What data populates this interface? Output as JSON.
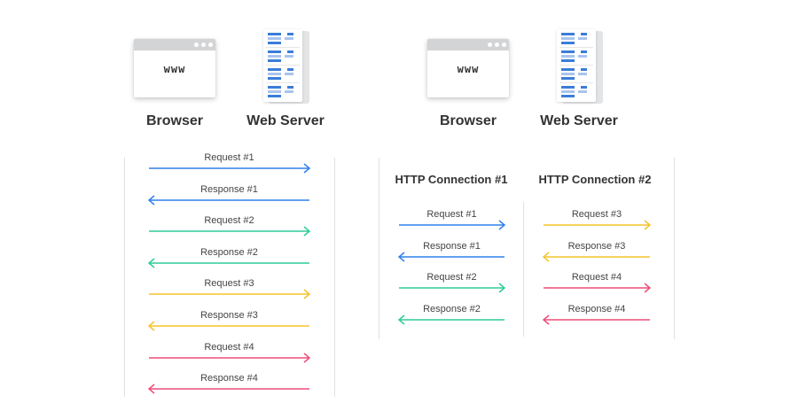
{
  "left_panel": {
    "browser": {
      "url_text": "www",
      "label": "Browser"
    },
    "server": {
      "label": "Web Server"
    },
    "arrows": [
      {
        "label": "Request #1",
        "direction": "right",
        "color": "#2f80ed"
      },
      {
        "label": "Response #1",
        "direction": "left",
        "color": "#2f80ed"
      },
      {
        "label": "Request #2",
        "direction": "right",
        "color": "#2ecc9a"
      },
      {
        "label": "Response #2",
        "direction": "left",
        "color": "#2ecc9a"
      },
      {
        "label": "Request #3",
        "direction": "right",
        "color": "#f5c32c"
      },
      {
        "label": "Response #3",
        "direction": "left",
        "color": "#f5c32c"
      },
      {
        "label": "Request #4",
        "direction": "right",
        "color": "#ee4d79"
      },
      {
        "label": "Response #4",
        "direction": "left",
        "color": "#ee4d79"
      }
    ]
  },
  "right_panel": {
    "browser": {
      "url_text": "www",
      "label": "Browser"
    },
    "server": {
      "label": "Web Server"
    },
    "connections": [
      {
        "title": "HTTP Connection #1",
        "arrows": [
          {
            "label": "Request #1",
            "direction": "right",
            "color": "#2f80ed"
          },
          {
            "label": "Response #1",
            "direction": "left",
            "color": "#2f80ed"
          },
          {
            "label": "Request #2",
            "direction": "right",
            "color": "#2ecc9a"
          },
          {
            "label": "Response #2",
            "direction": "left",
            "color": "#2ecc9a"
          }
        ]
      },
      {
        "title": "HTTP Connection #2",
        "arrows": [
          {
            "label": "Request #3",
            "direction": "right",
            "color": "#f5c32c"
          },
          {
            "label": "Response #3",
            "direction": "left",
            "color": "#f5c32c"
          },
          {
            "label": "Request #4",
            "direction": "right",
            "color": "#ee4d79"
          },
          {
            "label": "Response #4",
            "direction": "left",
            "color": "#ee4d79"
          }
        ]
      }
    ]
  },
  "colors": {
    "server_bar_blue": "#3b7dd8",
    "server_bar_light": "#a9c4ec",
    "divider": "#e0e0e0"
  }
}
